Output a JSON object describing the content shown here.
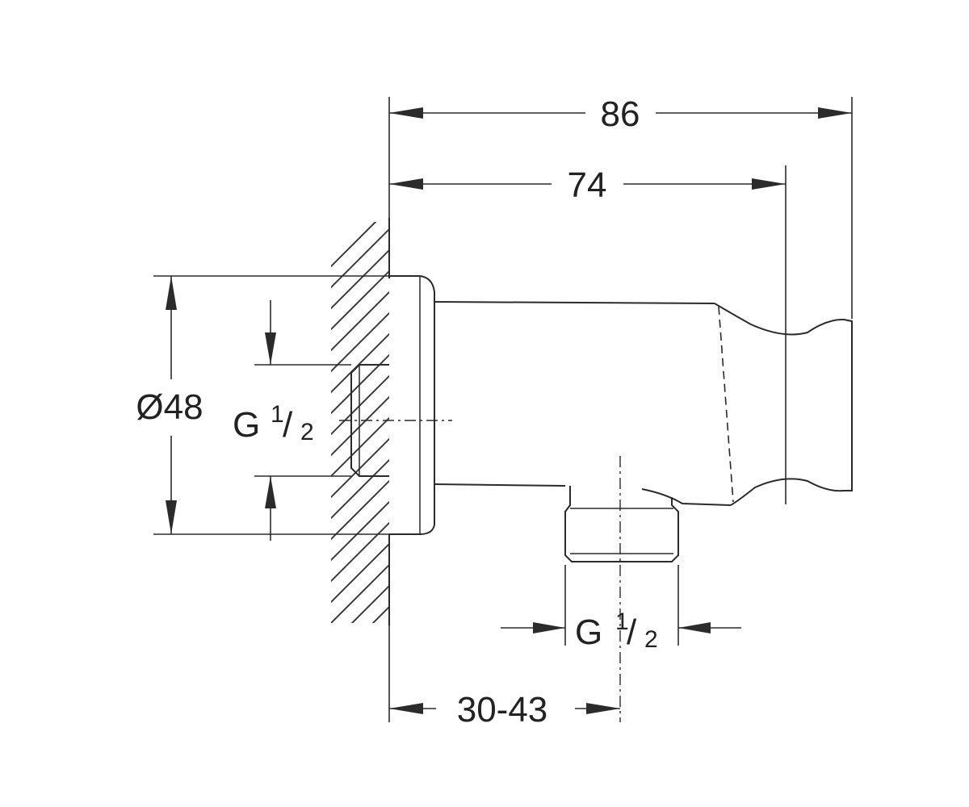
{
  "dimensions": {
    "overall_length": "86",
    "holder_length": "74",
    "diameter": "Ø48",
    "offset_range": "30-43"
  },
  "threads": {
    "wall_inlet": {
      "prefix": "G",
      "numerator": "1",
      "slash": "/",
      "denominator": "2"
    },
    "hose_outlet": {
      "prefix": "G",
      "numerator": "1",
      "slash": "/",
      "denominator": "2"
    }
  },
  "colors": {
    "line": "#2b2b2b",
    "background": "#ffffff"
  }
}
